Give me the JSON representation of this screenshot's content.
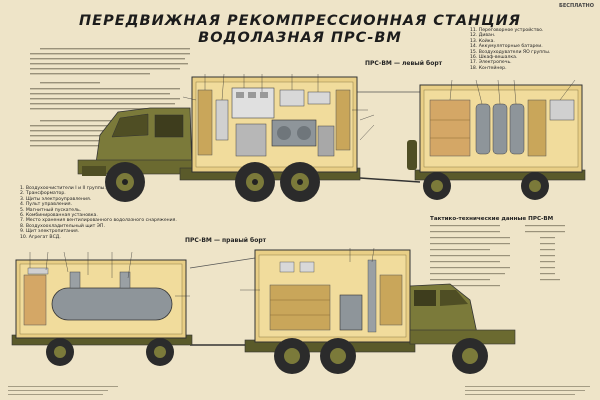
{
  "poster": {
    "corner_label": "БЕСПЛАТНО",
    "title_line1": "ПЕРЕДВИЖНАЯ РЕКОМПРЕССИОННАЯ СТАНЦИЯ",
    "title_line2": "ВОДОЛАЗНАЯ ПРС-ВМ"
  },
  "views": {
    "left_side": "ПРС-ВМ — левый борт",
    "right_side": "ПРС-ВМ — правый борт"
  },
  "legend_right": [
    "11. Переговорное устройство.",
    "12. Диван.",
    "13. Койка.",
    "14. Аккумуляторные батареи.",
    "15. Воздуходуватели ЯО группы.",
    "16. Шкаф-вешалка.",
    "17. Электропечь.",
    "18. Контейнер."
  ],
  "legend_left": [
    "1. Воздухоочистители I и II группы.",
    "2. Трансформатор.",
    "3. Щиты электроуправления.",
    "4. Пульт управления.",
    "5. Магнитный пускатель.",
    "6. Комбинированная установка.",
    "7. Место хранения вентилированного водолазного снаряжения.",
    "8. Воздухоохладительный щит ЭП.",
    "9. Щит электропитания.",
    "10. Агрегат ВСД."
  ],
  "tech": {
    "title": "Тактико-технические данные ПРС-ВМ"
  },
  "colors": {
    "olive": "#7b7a3a",
    "olive_dark": "#4f4e24",
    "cabin_bg": "#e9cf86",
    "wall": "#d9b968",
    "tyre": "#2b2b2b",
    "panel": "#e0e0e0",
    "tank": "#8e959a"
  }
}
